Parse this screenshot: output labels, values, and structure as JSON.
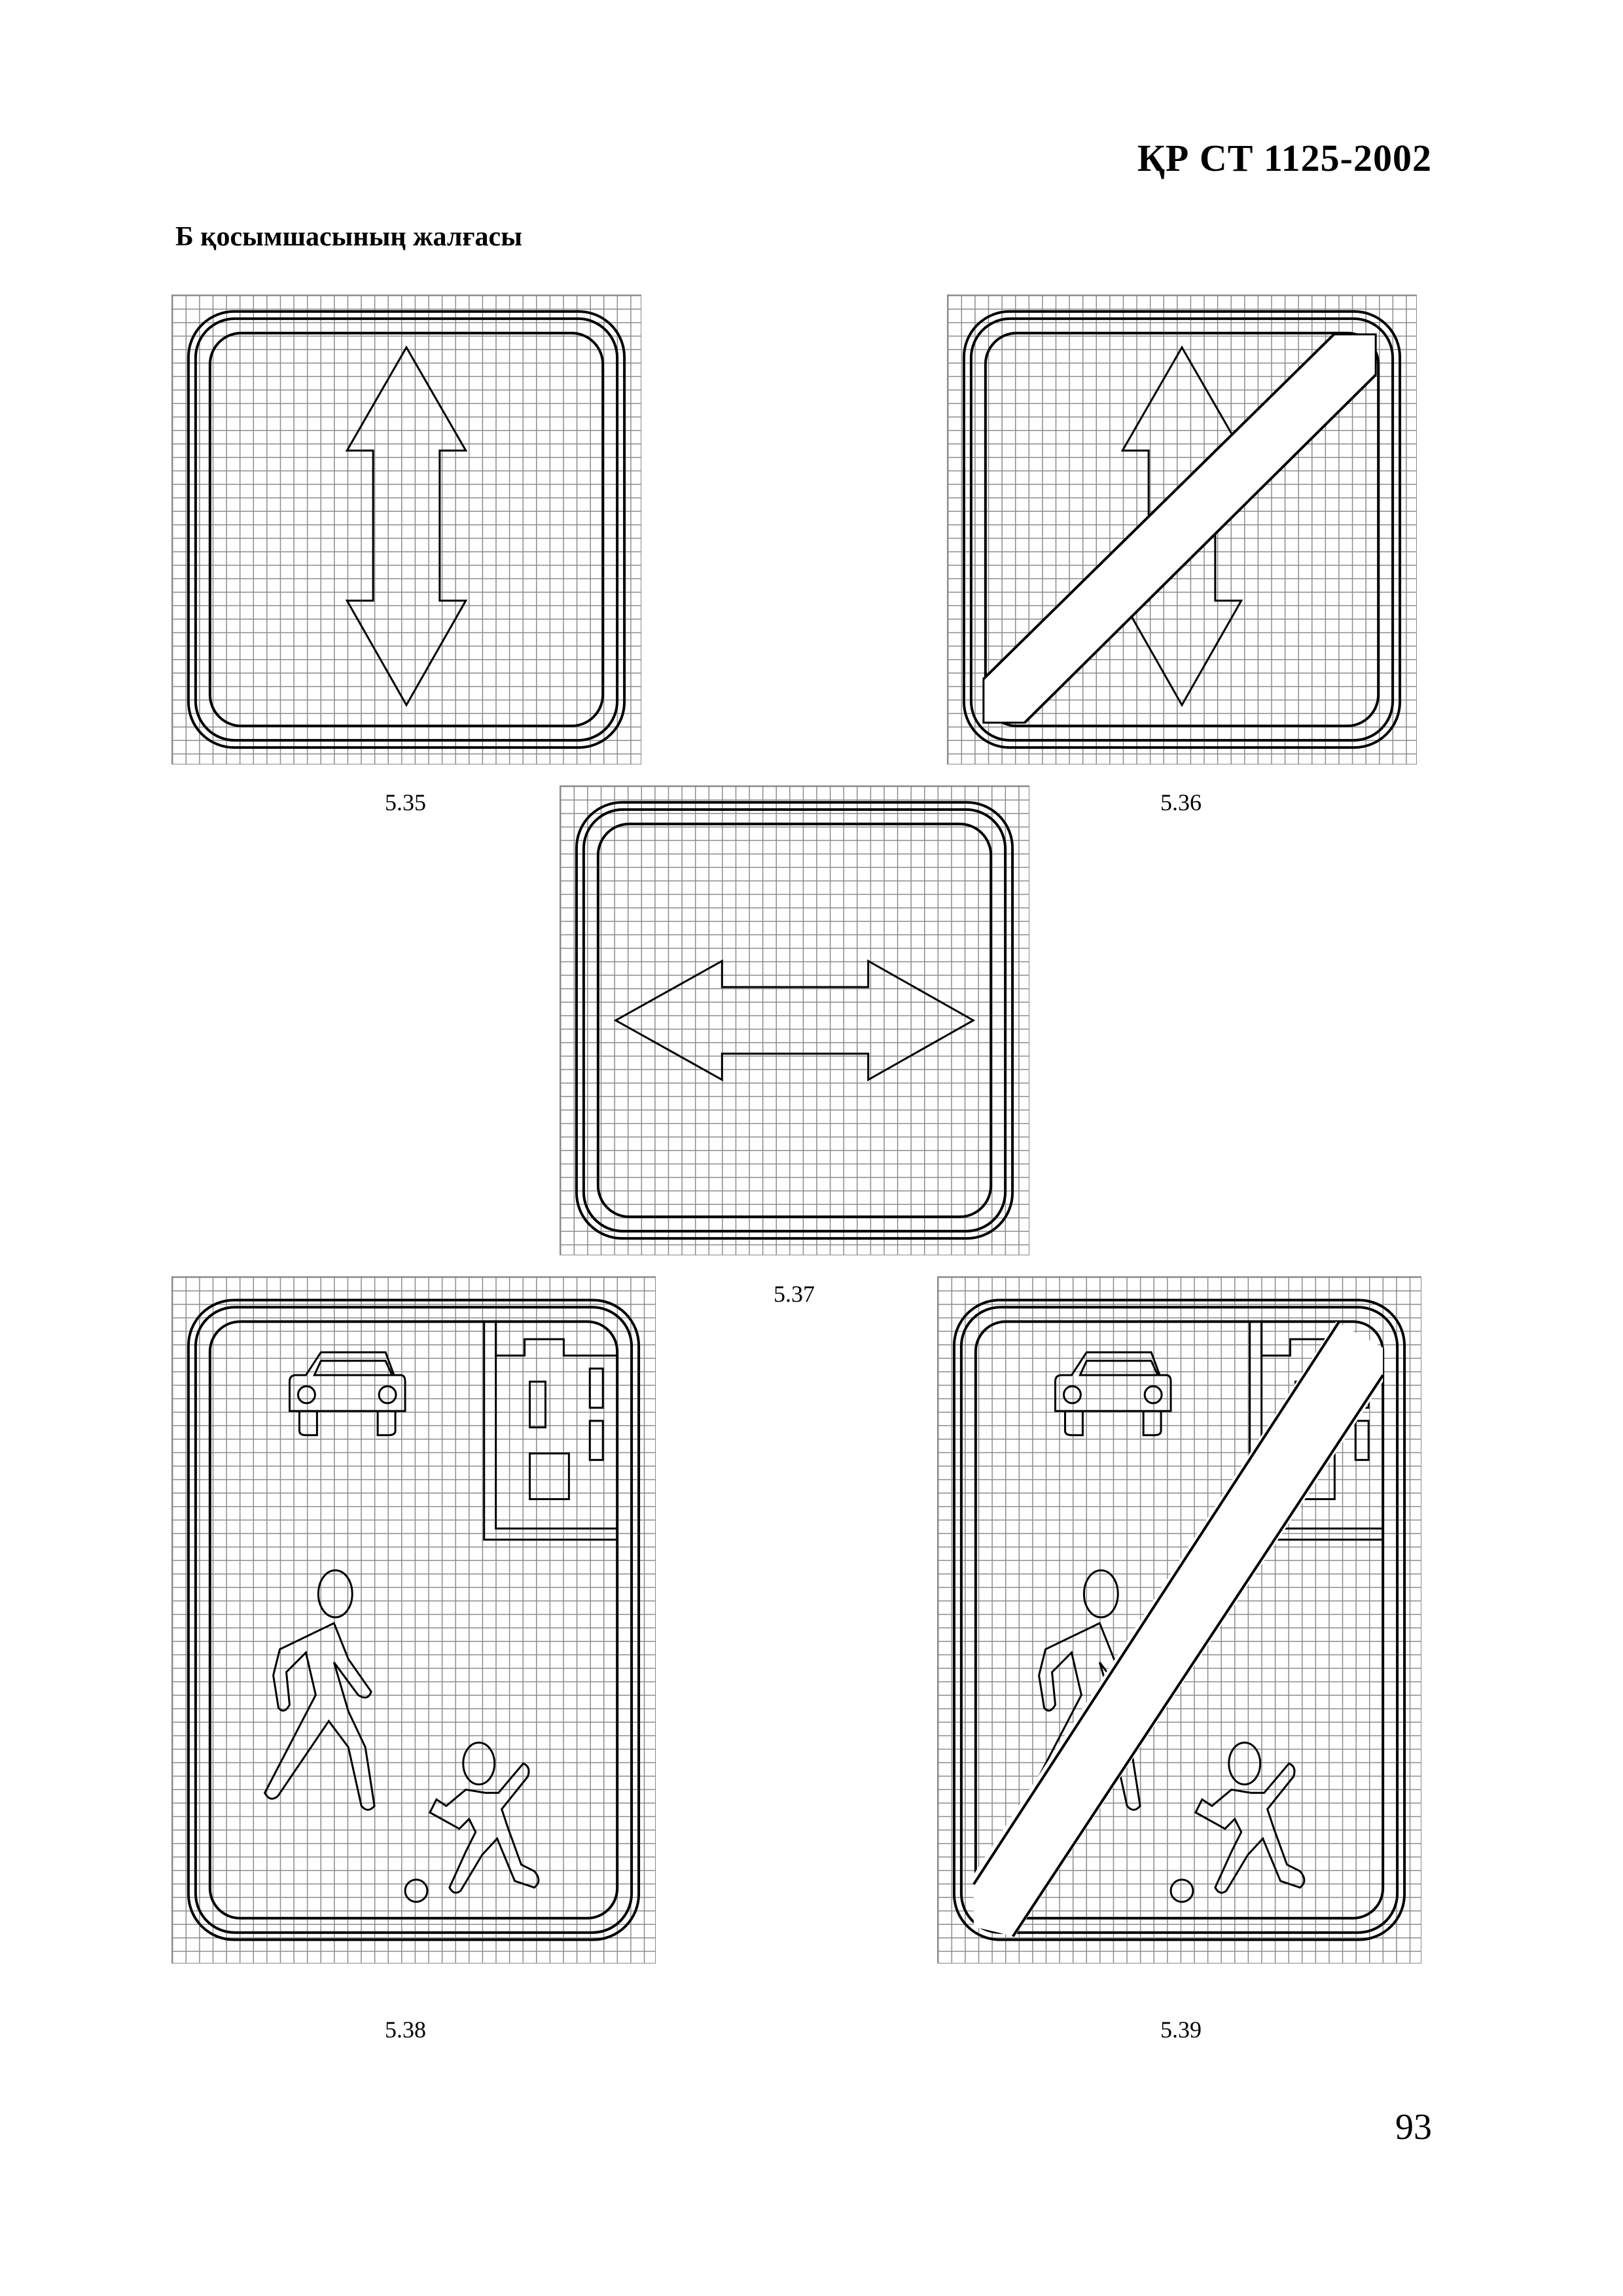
{
  "header": {
    "standard": "ҚР СТ 1125-2002"
  },
  "subtitle": "Б қосымшасының жалғасы",
  "signs": [
    {
      "id": "5.35",
      "caption": "5.35"
    },
    {
      "id": "5.36",
      "caption": "5.36"
    },
    {
      "id": "5.37",
      "caption": "5.37"
    },
    {
      "id": "5.38",
      "caption": "5.38"
    },
    {
      "id": "5.39",
      "caption": "5.39"
    }
  ],
  "page_number": "93"
}
